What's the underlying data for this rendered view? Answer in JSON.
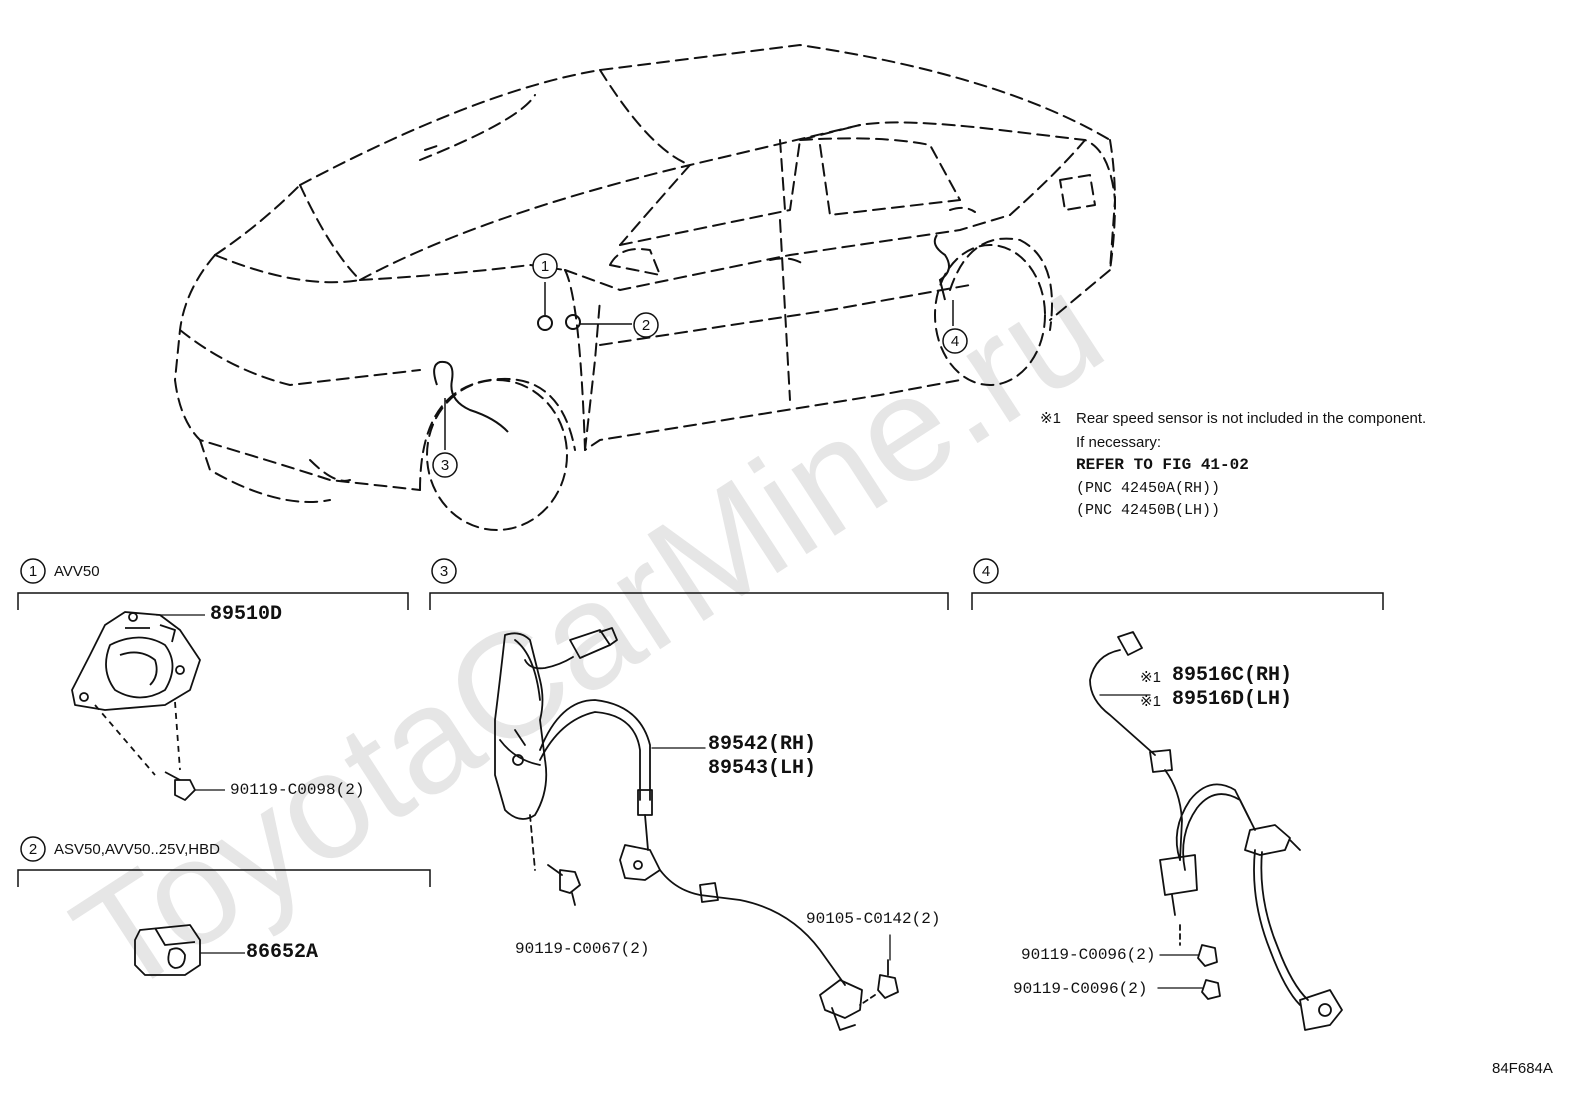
{
  "figure_code": "84F684A",
  "watermark": "ToyotaCarMine.ru",
  "callouts": [
    "1",
    "2",
    "3",
    "4"
  ],
  "note": {
    "mark": "※1",
    "line1": "Rear speed sensor is not included in the component.",
    "line2": "If necessary:",
    "line3": "REFER TO FIG 41-02",
    "line4": "(PNC 42450A(RH))",
    "line5": "(PNC 42450B(LH))"
  },
  "sections": [
    {
      "num": "1",
      "caption": "AVV50",
      "parts": [
        "89510D",
        "90119-C0098(2)"
      ]
    },
    {
      "num": "2",
      "caption": "ASV50,AVV50..25V,HBD",
      "parts": [
        "86652A"
      ]
    },
    {
      "num": "3",
      "caption": "",
      "parts": [
        "89542(RH)",
        "89543(LH)",
        "90119-C0067(2)",
        "90105-C0142(2)"
      ]
    },
    {
      "num": "4",
      "caption": "",
      "parts": [
        "※1",
        "89516C(RH)",
        "※1",
        "89516D(LH)",
        "90119-C0096(2)",
        "90119-C0096(2)"
      ]
    }
  ]
}
